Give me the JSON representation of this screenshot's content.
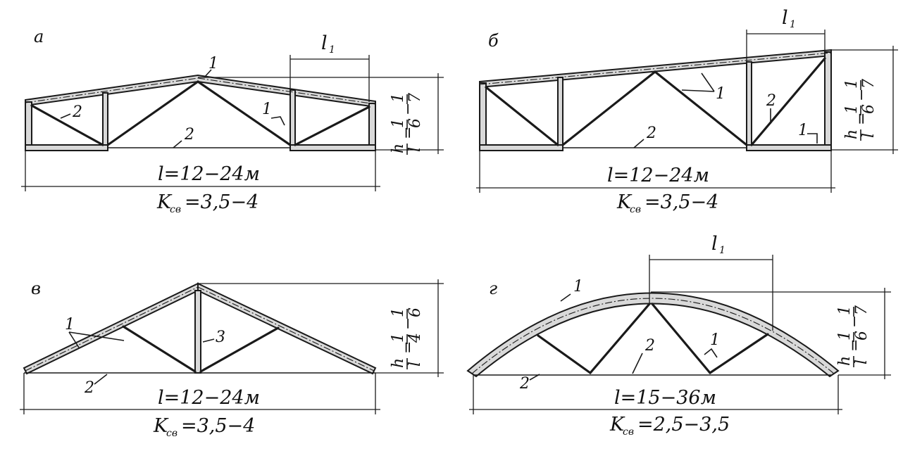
{
  "diagrams": [
    {
      "id": "a",
      "panel_label": "а",
      "span_label": "l=12−24м",
      "coefficient_label": "K",
      "coefficient_sub": "св",
      "coefficient_value": "=3,5−4",
      "member_labels": [
        "1",
        "2",
        "2",
        "1"
      ],
      "panel_length_label": "l",
      "panel_length_sub": "1",
      "ratio": {
        "num": "h",
        "den": "l",
        "eq": "=",
        "f1_num": "1",
        "f1_den": "6",
        "dash": "−",
        "f2_num": "1",
        "f2_den": "7"
      }
    },
    {
      "id": "b",
      "panel_label": "б",
      "span_label": "l=12−24м",
      "coefficient_label": "K",
      "coefficient_sub": "св",
      "coefficient_value": "=3,5−4",
      "member_labels": [
        "1",
        "2",
        "2",
        "1"
      ],
      "panel_length_label": "l",
      "panel_length_sub": "1",
      "ratio": {
        "num": "h",
        "den": "l",
        "eq": "=",
        "f1_num": "1",
        "f1_den": "6",
        "dash": "−",
        "f2_num": "1",
        "f2_den": "7"
      }
    },
    {
      "id": "v",
      "panel_label": "в",
      "span_label": "l=12−24м",
      "coefficient_label": "K",
      "coefficient_sub": "св",
      "coefficient_value": "=3,5−4",
      "member_labels": [
        "1",
        "3",
        "2"
      ],
      "ratio": {
        "num": "h",
        "den": "l",
        "eq": "=",
        "f1_num": "1",
        "f1_den": "4",
        "dash": "−",
        "f2_num": "1",
        "f2_den": "6"
      }
    },
    {
      "id": "g",
      "panel_label": "г",
      "span_label": "l=15−36м",
      "coefficient_label": "K",
      "coefficient_sub": "св",
      "coefficient_value": "=2,5−3,5",
      "member_labels": [
        "1",
        "2",
        "2",
        "1"
      ],
      "panel_length_label": "l",
      "panel_length_sub": "1",
      "ratio": {
        "num": "h",
        "den": "l",
        "eq": "=",
        "f1_num": "1",
        "f1_den": "6",
        "dash": "−",
        "f2_num": "1",
        "f2_den": "7"
      }
    }
  ]
}
